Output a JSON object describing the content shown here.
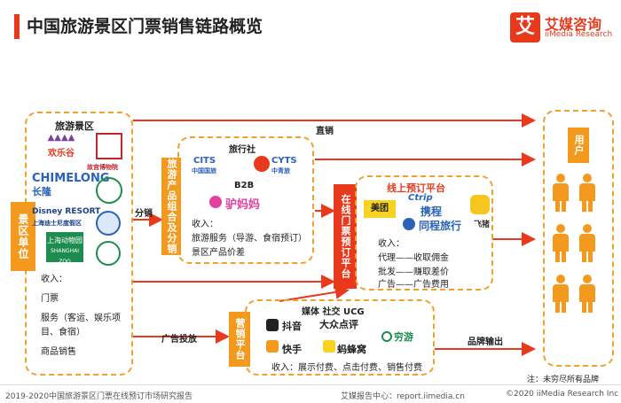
{
  "header": {
    "title": "中国旅游景区门票销售链路概览",
    "brand_glyph": "艾",
    "brand_name": "艾媒咨询",
    "brand_sub": "iiMedia Research"
  },
  "scenic": {
    "title": "旅游景区",
    "unit_label": "景区单位",
    "income_title": "收入：",
    "income_items": [
      "门票",
      "服务（客运、娱乐项",
      "目、食宿）",
      "商品销售"
    ],
    "logos": [
      "欢乐谷",
      "故宫博物院",
      "CHIMELONG",
      "长隆",
      "Disney RESORT",
      "上海迪士尼度假区",
      "上海动物园",
      "SHANGHAI ZOO"
    ]
  },
  "flows": {
    "direct": "直销",
    "distribution": "分销",
    "ad": "广告投放",
    "brand_output": "品牌输出"
  },
  "combo_tag": "旅游产品组合及分销",
  "travel_agency": {
    "title": "旅行社",
    "logos": [
      "CITS",
      "中国国旅",
      "CYTS",
      "中青旅"
    ],
    "b2b": "B2B",
    "lvmama": "驴妈妈",
    "income_title": "收入：",
    "income_items": [
      "旅游服务（导游、食宿预订）",
      "景区产品价差"
    ]
  },
  "online_tag": "在线门票预订平台",
  "online": {
    "title": "线上预订平台",
    "logos": [
      "美团",
      "Ctrip",
      "携程",
      "飞猪",
      "同程旅行"
    ],
    "income_title": "收入：",
    "income_items": [
      "代理——收取佣金",
      "批发——赚取差价",
      "广告——广告费用"
    ]
  },
  "marketing_tag": "营销平台",
  "marketing": {
    "title": "媒体 社交 UCG",
    "logos": [
      "抖音",
      "大众点评",
      "穷游",
      "快手",
      "蚂蜂窝"
    ],
    "income": "收入：展示付费、点击付费、销售付费"
  },
  "user_tag": "用户",
  "note": "注：未穷尽所有品牌",
  "footer": {
    "left": "2019-2020中国旅游景区门票在线预订市场研究报告",
    "center": "艾媒报告中心：report.iimedia.cn",
    "right": "©2020  iiMedia Research  Inc"
  },
  "colors": {
    "accent": "#e8391c",
    "orange": "#f39a1e"
  }
}
